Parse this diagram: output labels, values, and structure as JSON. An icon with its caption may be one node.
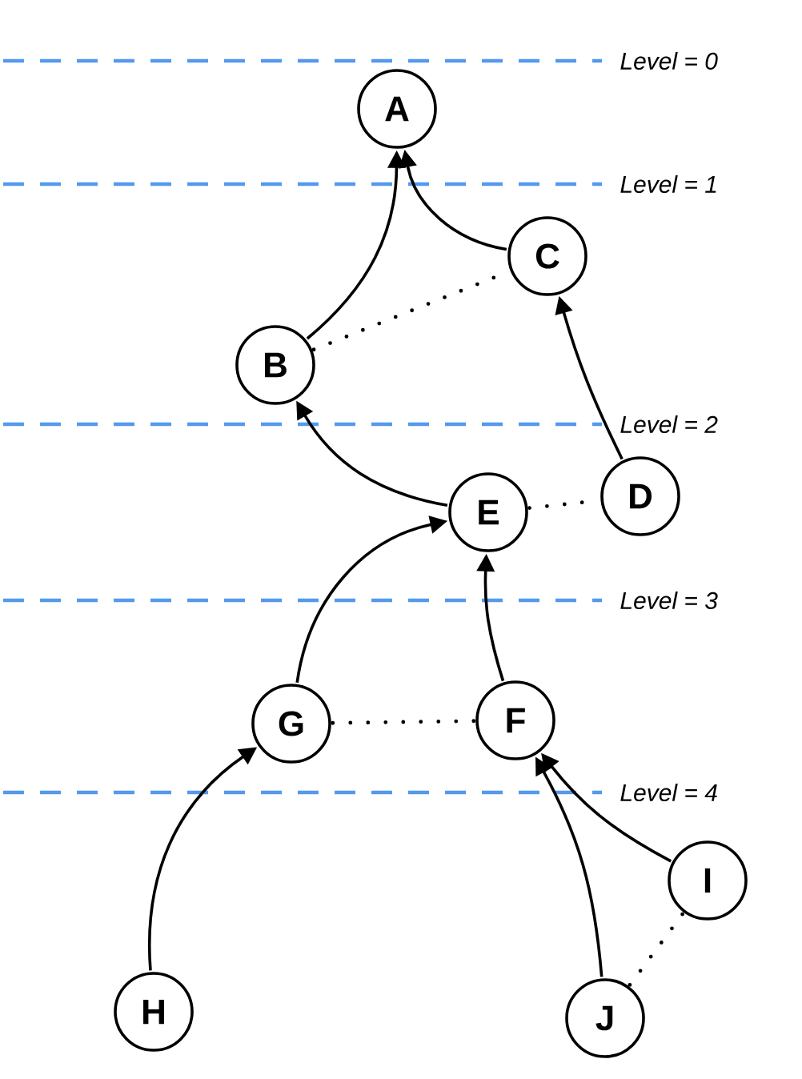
{
  "diagram": {
    "nodes": [
      {
        "text": [
          "A"
        ]
      },
      {
        "text": [
          "B"
        ]
      },
      {
        "text": [
          "C"
        ]
      },
      {
        "text": [
          "D"
        ]
      },
      {
        "text": [
          "E"
        ]
      },
      {
        "text": [
          "F"
        ]
      },
      {
        "text": [
          "G"
        ]
      },
      {
        "text": [
          "H"
        ]
      },
      {
        "text": [
          "I"
        ]
      },
      {
        "text": [
          "J"
        ]
      }
    ],
    "edges": [
      {
        "from": 1,
        "to": 0,
        "arrow": "to"
      },
      {
        "from": 2,
        "to": 0,
        "arrow": "to"
      },
      {
        "from": 4,
        "to": 1,
        "arrow": "to"
      },
      {
        "from": 3,
        "to": 2,
        "arrow": "to"
      },
      {
        "from": 6,
        "to": 4,
        "arrow": "to"
      },
      {
        "from": 5,
        "to": 4,
        "arrow": "to"
      },
      {
        "from": 7,
        "to": 6,
        "arrow": "to"
      },
      {
        "from": 8,
        "to": 5,
        "arrow": "to"
      },
      {
        "from": 9,
        "to": 5,
        "arrow": "to"
      },
      {
        "from": 1,
        "to": 2,
        "arrow": "none",
        "style": "dashed"
      },
      {
        "from": 4,
        "to": 3,
        "arrow": "none",
        "style": "dashed"
      },
      {
        "from": 6,
        "to": 5,
        "arrow": "none",
        "style": "dashed"
      },
      {
        "from": 9,
        "to": 8,
        "arrow": "none",
        "style": "dashed"
      }
    ],
    "labels": [
      "Level = 0",
      "Level = 1",
      "Level = 2",
      "Level = 3",
      "Level = 4"
    ]
  }
}
